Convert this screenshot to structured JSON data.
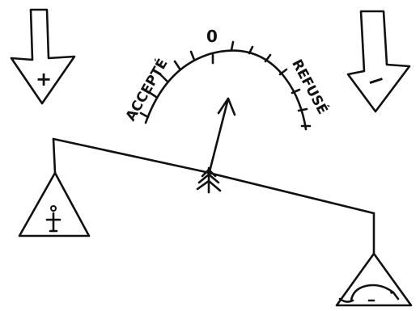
{
  "diagram": {
    "left_arrow_sign": "+",
    "right_arrow_sign": "−",
    "gauge_zero": "0",
    "gauge_left_label": "ACCEPTÉ",
    "gauge_right_label": "REFUSÉ",
    "ink_color": "#111111",
    "background_color": "#ffffff"
  }
}
